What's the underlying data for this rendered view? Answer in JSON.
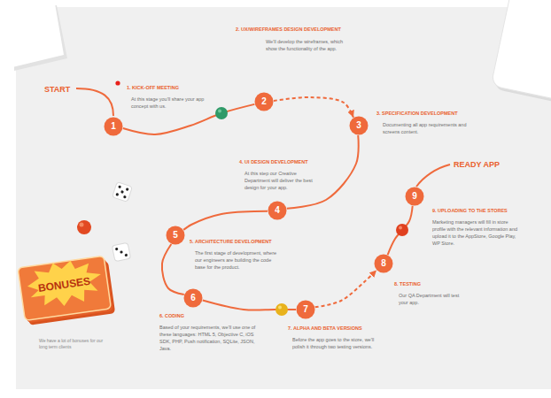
{
  "diagram": {
    "nodes": [
      {
        "text": [
          "1",
          "1. KICK-OFF MEETING",
          "At this stage you'll share your app concept with us."
        ]
      },
      {
        "text": [
          "2",
          "2. UX/WIREFRAMES DESIGN DEVELOPMENT",
          "We'll develop the wireframes, which show the functionality of the app."
        ]
      },
      {
        "text": [
          "3",
          "3. SPECIFICATION DEVELOPMENT",
          "Documenting all app requirements and screens content."
        ]
      },
      {
        "text": [
          "4",
          "4. UI DESIGN DEVELOPMENT",
          "At this step our Creative Department will deliver the best design for your app."
        ]
      },
      {
        "text": [
          "5",
          "5. ARCHITECTURE DEVELOPMENT",
          "The first stage of development, where our engineers are building the code base for the product."
        ]
      },
      {
        "text": [
          "6",
          "6. CODING",
          "Based of your requirements, we'll use one of these languages: HTML 5, Objective C, iOS SDK, PHP, Push notification, SQLite, JSON, Java."
        ]
      },
      {
        "text": [
          "7",
          "7. ALPHA AND BETA VERSIONS",
          "Before the app goes to the store, we'll polish it through two testing versions."
        ]
      },
      {
        "text": [
          "8",
          "8. TESTING",
          "Our QA Department will test your app."
        ]
      },
      {
        "text": [
          "9",
          "9. UPLOADING TO THE STORES",
          "Marketing managers will fill in store profile with the relevant information and upload it to the AppStore, Google Play, WP Store."
        ]
      }
    ],
    "edges": [
      {
        "from": 0,
        "to": 1,
        "arrow": "none"
      },
      {
        "from": 1,
        "to": 2,
        "arrow": "to"
      },
      {
        "from": 2,
        "to": 3,
        "arrow": "none"
      },
      {
        "from": 3,
        "to": 4,
        "arrow": "none"
      },
      {
        "from": 4,
        "to": 5,
        "arrow": "none"
      },
      {
        "from": 5,
        "to": 6,
        "arrow": "none"
      },
      {
        "from": 6,
        "to": 7,
        "arrow": "to"
      },
      {
        "from": 7,
        "to": 8,
        "arrow": "none"
      }
    ],
    "labels": [
      "START",
      "READY APP",
      "BONUSES",
      "We have a lot of bonuses for our long term clients"
    ]
  }
}
